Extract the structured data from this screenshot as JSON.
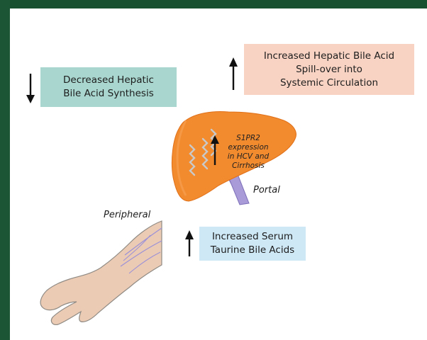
{
  "boxes": {
    "decreased": {
      "line1": "Decreased Hepatic",
      "line2": "Bile Acid Synthesis"
    },
    "spillover": {
      "line1": "Increased Hepatic Bile Acid",
      "line2": "Spill-over into",
      "line3": "Systemic Circulation"
    },
    "serum": {
      "line1": "Increased Serum",
      "line2": "Taurine Bile Acids"
    }
  },
  "liver_note": {
    "line1": "S1PR2 expression",
    "line2": "in HCV and",
    "line3": "Cirrhosis"
  },
  "labels": {
    "portal": "Portal",
    "peripheral": "Peripheral"
  },
  "arrows": {
    "decreased": "down",
    "spillover": "up",
    "serum": "up",
    "s1pr2": "up"
  },
  "colors": {
    "frame": "#1f5a3a",
    "liver": "#f28a2e",
    "vein": "#a99ad8",
    "box_decreased": "#a9d7cf",
    "box_spillover": "#f8d3c3",
    "box_serum": "#cfe8f6",
    "arm": "#eccbb4"
  }
}
